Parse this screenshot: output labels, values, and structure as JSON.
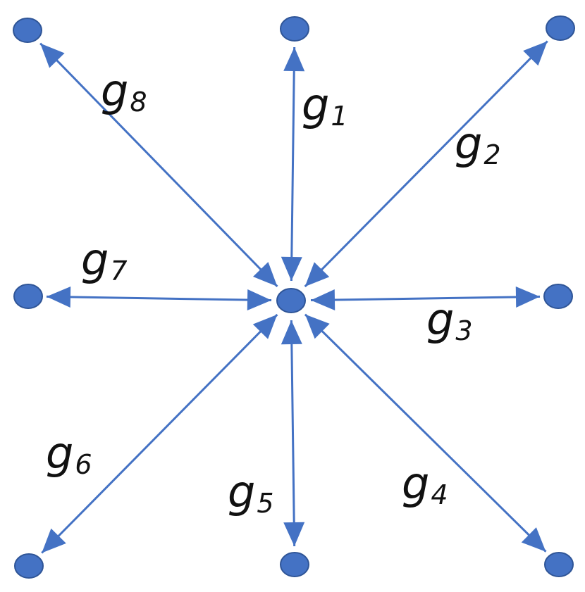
{
  "diagram": {
    "center": {
      "name": "center-node"
    },
    "neighbors": [
      {
        "id": "n1",
        "label": "g",
        "sub": "1"
      },
      {
        "id": "n2",
        "label": "g",
        "sub": "2"
      },
      {
        "id": "n3",
        "label": "g",
        "sub": "3"
      },
      {
        "id": "n4",
        "label": "g",
        "sub": "4"
      },
      {
        "id": "n5",
        "label": "g",
        "sub": "5"
      },
      {
        "id": "n6",
        "label": "g",
        "sub": "6"
      },
      {
        "id": "n7",
        "label": "g",
        "sub": "7"
      },
      {
        "id": "n8",
        "label": "g",
        "sub": "8"
      }
    ],
    "colors": {
      "edge": "#4472c4",
      "node": "#4472c4",
      "node_outline": "#2f5597",
      "label": "#111111"
    }
  }
}
